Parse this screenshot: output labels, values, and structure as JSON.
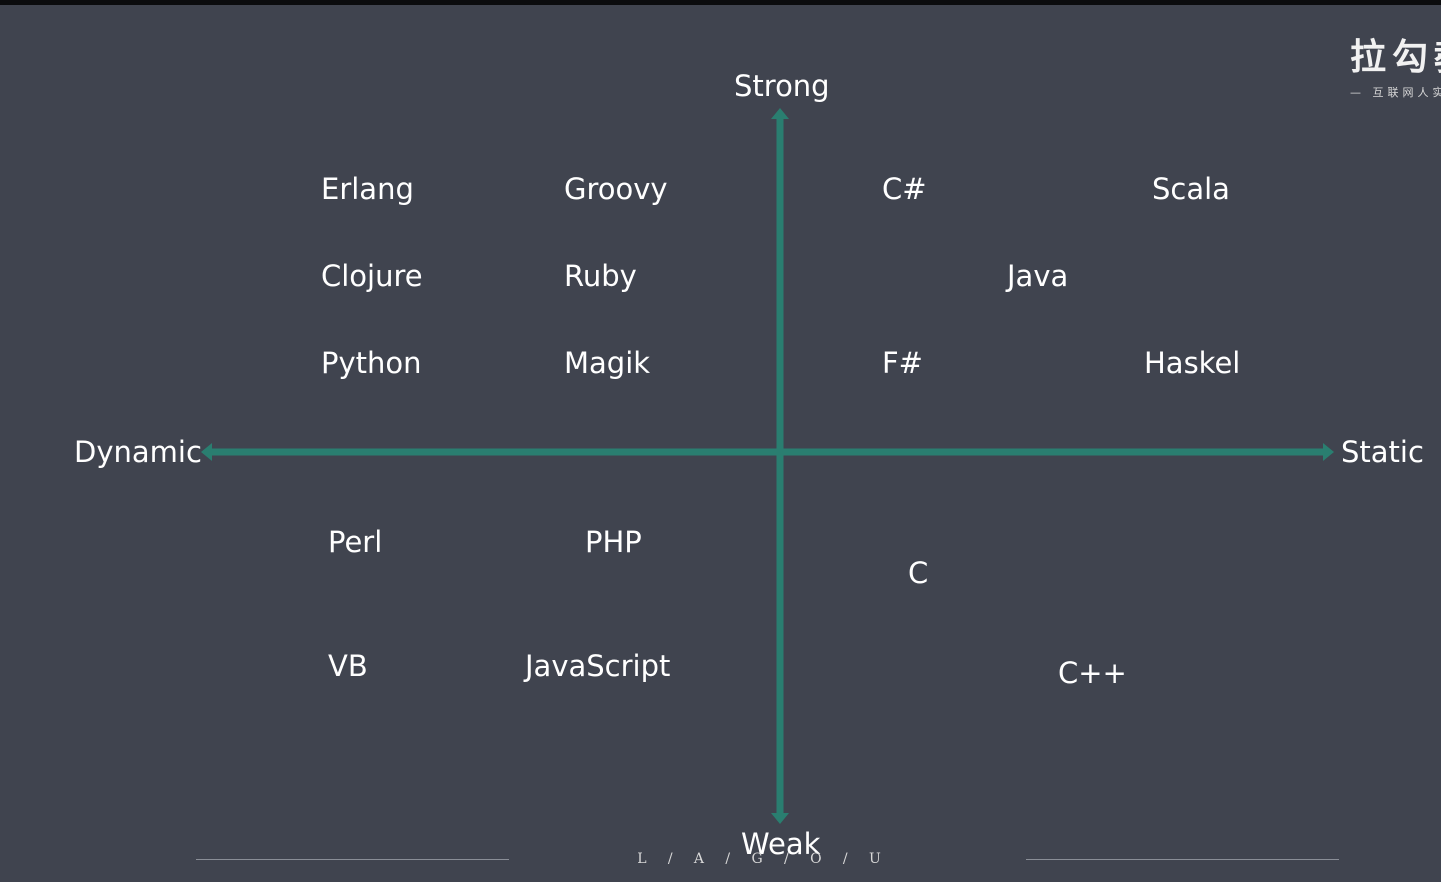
{
  "axes": {
    "top": "Strong",
    "bottom": "Weak",
    "left": "Dynamic",
    "right": "Static",
    "color": "#2a7e70"
  },
  "languages": {
    "erlang": "Erlang",
    "groovy": "Groovy",
    "csharp": "C#",
    "scala": "Scala",
    "clojure": "Clojure",
    "ruby": "Ruby",
    "java": "Java",
    "python": "Python",
    "magik": "Magik",
    "fsharp": "F#",
    "haskel": "Haskel",
    "perl": "Perl",
    "php": "PHP",
    "c": "C",
    "vb": "VB",
    "javascript": "JavaScript",
    "cpp": "C++"
  },
  "logo": {
    "main": "拉勾教",
    "sub": "— 互联网人实"
  },
  "footer": {
    "letters": "L   /   A   /   G   /   O   /   U"
  },
  "colors": {
    "background": "#40444f",
    "text": "#ffffff"
  }
}
